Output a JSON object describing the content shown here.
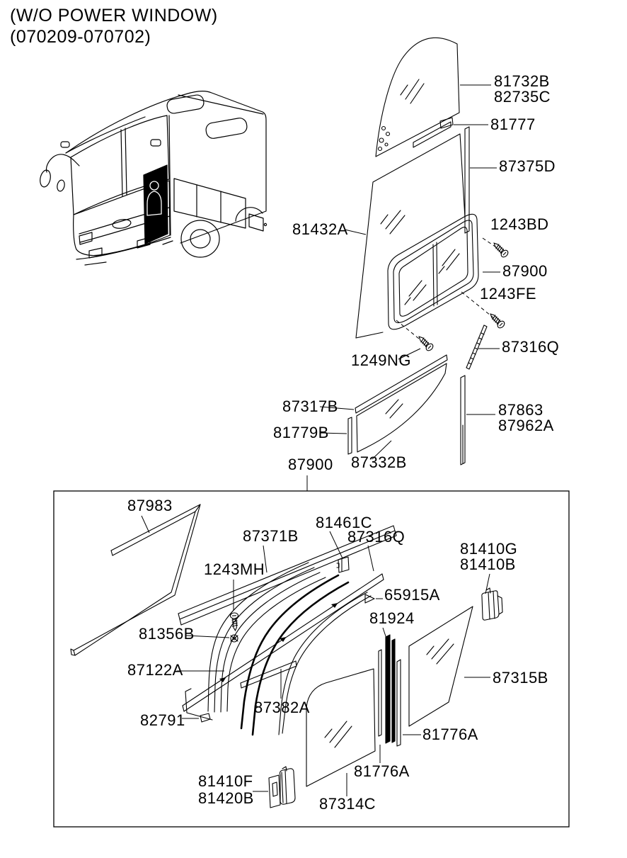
{
  "header": {
    "line1": "(W/O POWER WINDOW)",
    "line2": "(070209-070702)"
  },
  "colors": {
    "line": "#000000",
    "background": "#ffffff",
    "highlight_fill": "#000000"
  },
  "labels": [
    {
      "part": "81732B"
    },
    {
      "part": "82735C"
    },
    {
      "part": "81777"
    },
    {
      "part": "87375D"
    },
    {
      "part": "81432A"
    },
    {
      "part": "1243BD"
    },
    {
      "part": "87900"
    },
    {
      "part": "1243FE"
    },
    {
      "part": "87316Q"
    },
    {
      "part": "1249NG"
    },
    {
      "part": "87317B"
    },
    {
      "part": "81779B"
    },
    {
      "part": "87332B"
    },
    {
      "part": "87863"
    },
    {
      "part": "87962A"
    },
    {
      "part": "87900"
    },
    {
      "part": "87983"
    },
    {
      "part": "87371B"
    },
    {
      "part": "1243MH"
    },
    {
      "part": "81356B"
    },
    {
      "part": "87122A"
    },
    {
      "part": "82791"
    },
    {
      "part": "87382A"
    },
    {
      "part": "81461C"
    },
    {
      "part": "87316Q"
    },
    {
      "part": "65915A"
    },
    {
      "part": "81924"
    },
    {
      "part": "81410G"
    },
    {
      "part": "81410B"
    },
    {
      "part": "87315B"
    },
    {
      "part": "81776A"
    },
    {
      "part": "81776A"
    },
    {
      "part": "81410F"
    },
    {
      "part": "81420B"
    },
    {
      "part": "87314C"
    }
  ]
}
